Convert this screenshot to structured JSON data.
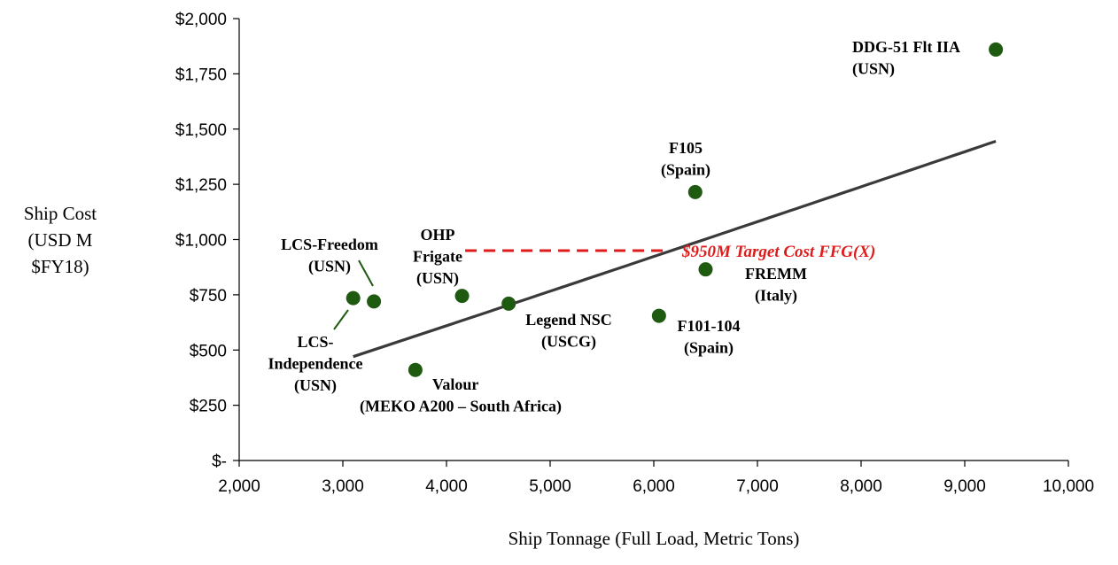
{
  "chart_data": {
    "type": "scatter",
    "title": "",
    "xlabel": "Ship Tonnage (Full Load, Metric Tons)",
    "ylabel": [
      "Ship Cost",
      "(USD M",
      "$FY18)"
    ],
    "xlim": [
      2000,
      10000
    ],
    "ylim": [
      0,
      2000
    ],
    "x_ticks": [
      2000,
      3000,
      4000,
      5000,
      6000,
      7000,
      8000,
      9000,
      10000
    ],
    "x_tick_labels": [
      "2,000",
      "3,000",
      "4,000",
      "5,000",
      "6,000",
      "7,000",
      "8,000",
      "9,000",
      "10,000"
    ],
    "y_ticks": [
      0,
      250,
      500,
      750,
      1000,
      1250,
      1500,
      1750,
      2000
    ],
    "y_tick_labels": [
      "$-",
      "$250",
      "$500",
      "$750",
      "$1,000",
      "$1,250",
      "$1,500",
      "$1,750",
      "$2,000"
    ],
    "grid": false,
    "legend": "none",
    "colors": {
      "points": "#1e5a10",
      "trend": "#3a3a3a",
      "target": "#e01b1b"
    },
    "points": [
      {
        "x": 3100,
        "y": 735,
        "label": [
          "LCS-",
          "Independence",
          "(USN)"
        ]
      },
      {
        "x": 3300,
        "y": 720,
        "label": [
          "LCS-Freedom",
          "(USN)"
        ]
      },
      {
        "x": 4150,
        "y": 745,
        "label": [
          "OHP",
          "Frigate",
          "(USN)"
        ]
      },
      {
        "x": 3700,
        "y": 410,
        "label": [
          "Valour",
          "(MEKO A200 – South Africa)"
        ]
      },
      {
        "x": 4600,
        "y": 710,
        "label": [
          "Legend NSC",
          "(USCG)"
        ]
      },
      {
        "x": 6050,
        "y": 655,
        "label": [
          "F101-104",
          "(Spain)"
        ]
      },
      {
        "x": 6400,
        "y": 1215,
        "label": [
          "F105",
          "(Spain)"
        ]
      },
      {
        "x": 6500,
        "y": 865,
        "label": [
          "FREMM",
          "(Italy)"
        ]
      },
      {
        "x": 9300,
        "y": 1860,
        "label": [
          "DDG-51 Flt IIA",
          "(USN)"
        ]
      }
    ],
    "trend_line": {
      "type": "power",
      "x_range": [
        3100,
        9300
      ],
      "y_at_start": 470,
      "y_at_end": 1445
    },
    "target_line": {
      "y": 950,
      "x_range": [
        4180,
        6100
      ],
      "label": "$950M Target Cost FFG(X)"
    }
  }
}
